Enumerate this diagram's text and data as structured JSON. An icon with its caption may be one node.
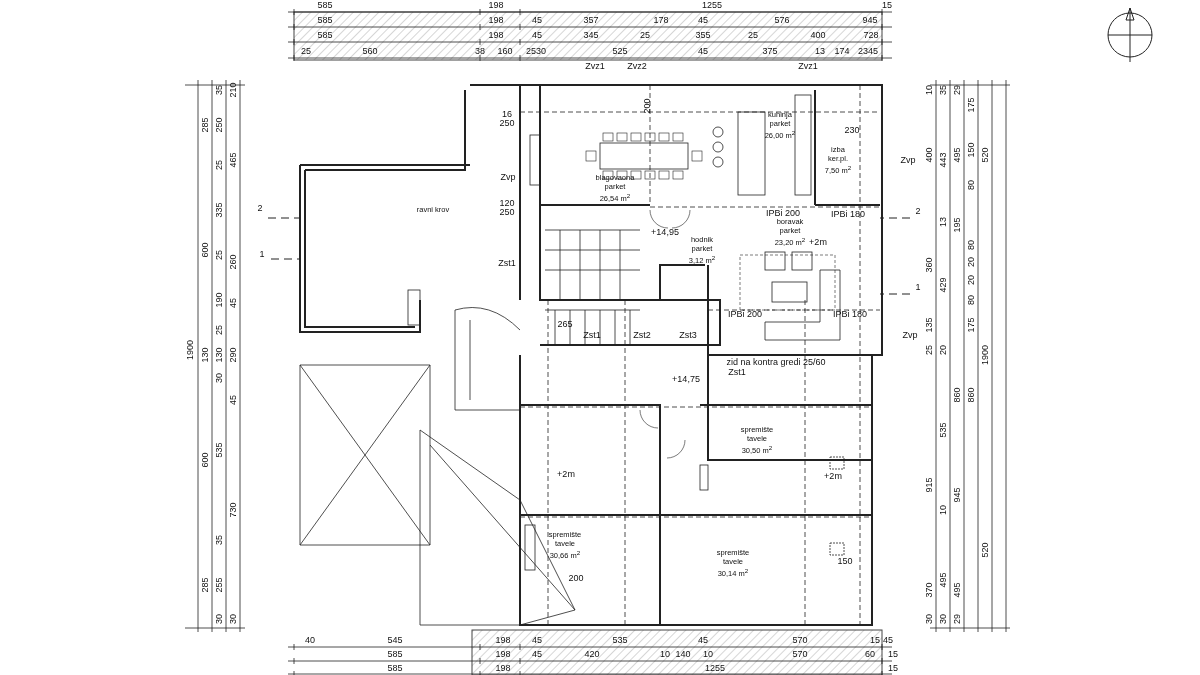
{
  "diagram": {
    "nodes": [
      {
        "text": [
          "ravni krov"
        ]
      },
      {
        "text": [
          "blagovaona",
          "parket",
          "26,54 m$^{2}$"
        ]
      },
      {
        "text": [
          "kuhinja",
          "parket",
          "26,00 m$^{2}$"
        ]
      },
      {
        "text": [
          "izba",
          "ker.pl.",
          "7,50 m$^{2}$"
        ]
      },
      {
        "text": [
          "hodnik",
          "parket",
          "3,12 m$^{2}$"
        ]
      },
      {
        "text": [
          "boravak",
          "parket",
          "23,20 m$^{2}$"
        ]
      },
      {
        "text": [
          "spremište",
          "tavele",
          "30,50 m$^{2}$"
        ]
      },
      {
        "text": [
          "spremište",
          "tavele",
          "30,66 m$^{2}$"
        ]
      },
      {
        "text": [
          "spremište",
          "tavele",
          "30,14 m$^{2}$"
        ]
      }
    ],
    "edges": [],
    "labels": [
      "585",
      "198",
      "1255",
      "15",
      "585",
      "198",
      "45",
      "357",
      "178",
      "45",
      "576",
      "945",
      "585",
      "198",
      "45",
      "345",
      "25",
      "355",
      "25",
      "400",
      "728",
      "25",
      "560",
      "38",
      "160",
      "2530",
      "525",
      "45",
      "375",
      "13",
      "174",
      "2345",
      "Zvz1",
      "Zvz2",
      "Zvz1",
      "200",
      "16",
      "250",
      "230",
      "Zvp",
      "Zvp",
      "2",
      "120",
      "250",
      "IPBi 200",
      "IPBi 180",
      "2",
      "+14,95",
      "+2m",
      "1",
      "Zst1",
      "1",
      "IPBi 200",
      "IPBi 180",
      "265",
      "Zst1",
      "Zst2",
      "Zst3",
      "Zvp",
      "zid na kontra gredi 25/60",
      "Zst1",
      "+14,75",
      "+2m",
      "+2m",
      "150",
      "200",
      "1900",
      "285",
      "600",
      "130",
      "600",
      "285",
      "35",
      "250",
      "25",
      "335",
      "25",
      "190",
      "25",
      "130",
      "30",
      "535",
      "35",
      "255",
      "30",
      "210",
      "465",
      "260",
      "45",
      "290",
      "45",
      "730",
      "30",
      "10",
      "400",
      "360",
      "135",
      "25",
      "915",
      "370",
      "30",
      "35",
      "443",
      "13",
      "429",
      "20",
      "535",
      "10",
      "495",
      "30",
      "29",
      "495",
      "195",
      "860",
      "945",
      "495",
      "29",
      "175",
      "150",
      "80",
      "80",
      "20",
      "20",
      "80",
      "175",
      "860",
      "520",
      "1900",
      "520",
      "40",
      "545",
      "198",
      "45",
      "535",
      "45",
      "570",
      "15",
      "45",
      "585",
      "198",
      "45",
      "420",
      "10",
      "140",
      "10",
      "570",
      "60",
      "15",
      "585",
      "198",
      "1255",
      "15"
    ]
  }
}
